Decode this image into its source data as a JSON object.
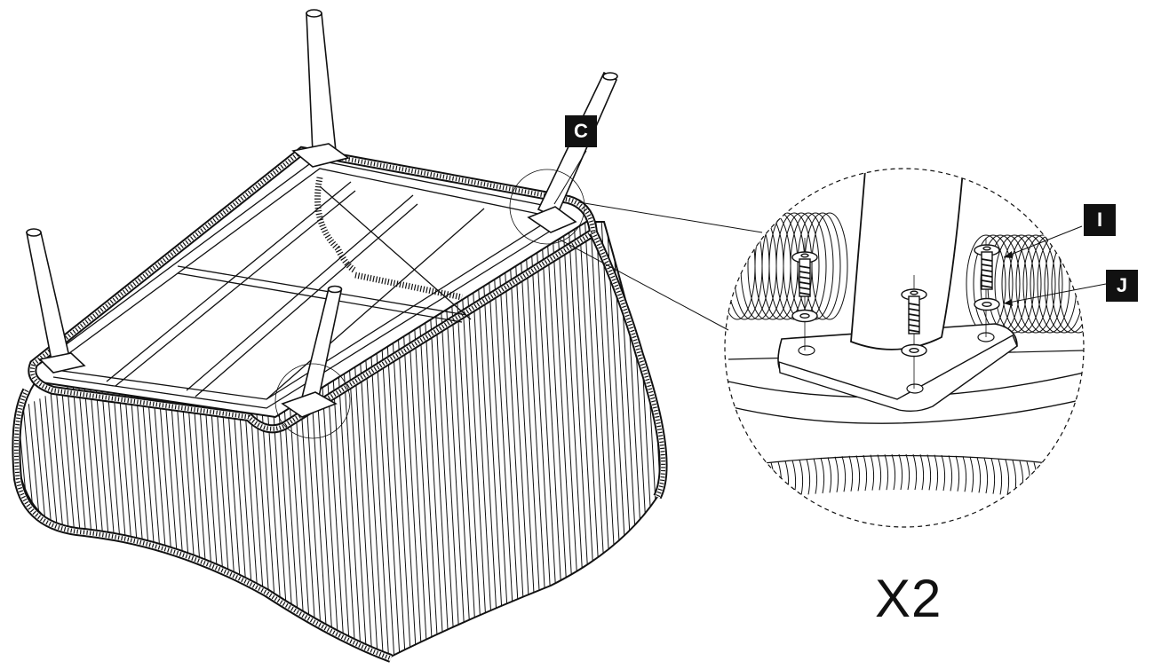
{
  "part_labels": {
    "leg": "C",
    "screw": "I",
    "washer": "J"
  },
  "quantity_label": "X2",
  "colors": {
    "ink": "#111111",
    "paper": "#ffffff",
    "label_bg": "#111111",
    "label_text": "#ffffff"
  }
}
